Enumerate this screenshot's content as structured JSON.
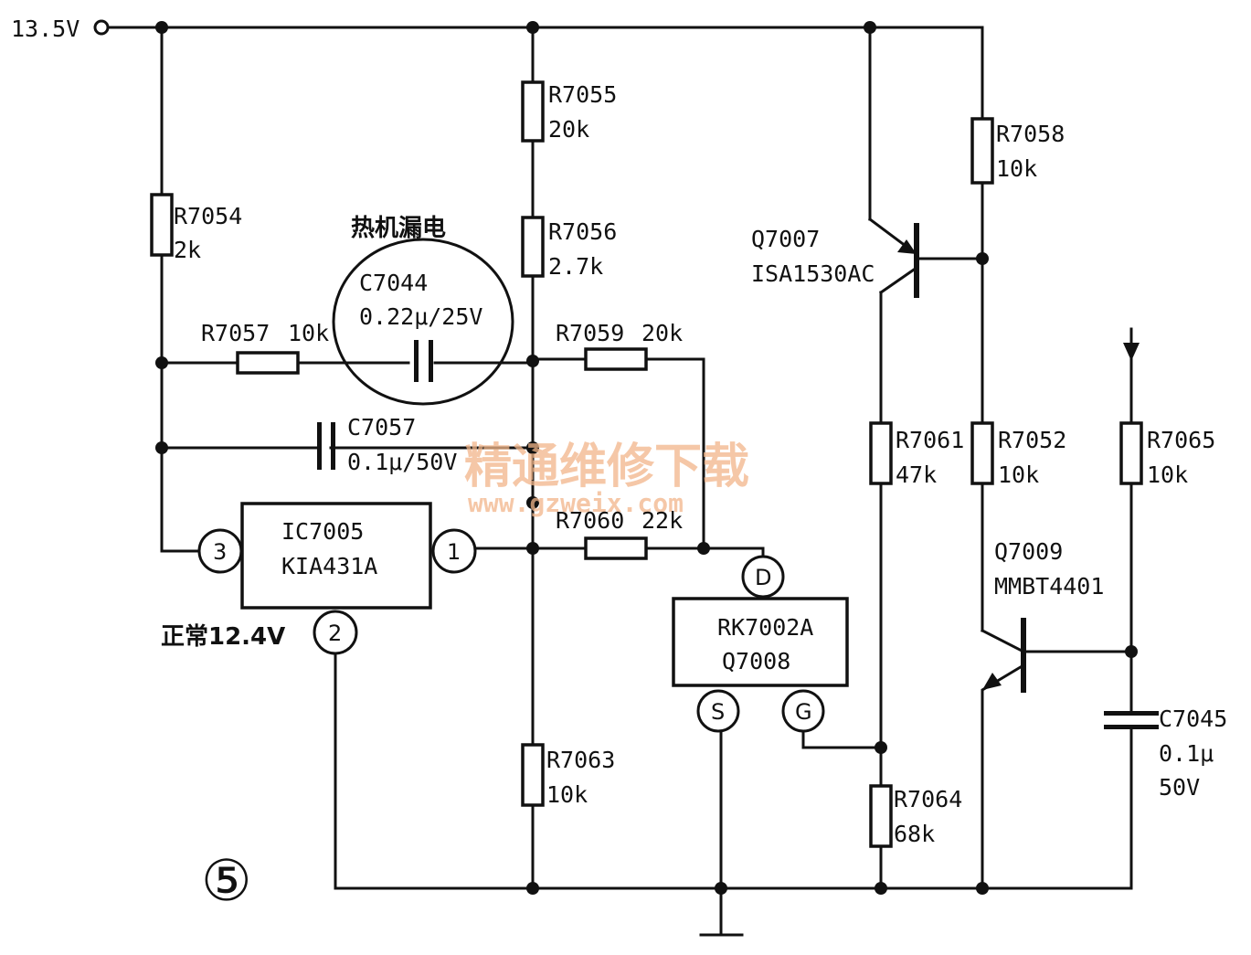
{
  "supply": {
    "voltage": "13.5V"
  },
  "annotation": {
    "fault": "热机漏电",
    "normal": "正常12.4V",
    "figure_number": "⑤"
  },
  "resistors": {
    "R7054": {
      "ref": "R7054",
      "value": "2k"
    },
    "R7055": {
      "ref": "R7055",
      "value": "20k"
    },
    "R7056": {
      "ref": "R7056",
      "value": "2.7k"
    },
    "R7057": {
      "ref": "R7057",
      "value": "10k"
    },
    "R7058": {
      "ref": "R7058",
      "value": "10k"
    },
    "R7059": {
      "ref": "R7059",
      "value": "20k"
    },
    "R7060": {
      "ref": "R7060",
      "value": "22k"
    },
    "R7061": {
      "ref": "R7061",
      "value": "47k"
    },
    "R7052": {
      "ref": "R7052",
      "value": "10k"
    },
    "R7065": {
      "ref": "R7065",
      "value": "10k"
    },
    "R7063": {
      "ref": "R7063",
      "value": "10k"
    },
    "R7064": {
      "ref": "R7064",
      "value": "68k"
    }
  },
  "capacitors": {
    "C7044": {
      "ref": "C7044",
      "value": "0.22μ/25V"
    },
    "C7057": {
      "ref": "C7057",
      "value": "0.1μ/50V"
    },
    "C7045": {
      "ref": "C7045",
      "value": "0.1μ",
      "voltage": "50V"
    }
  },
  "ic": {
    "ref": "IC7005",
    "part": "KIA431A",
    "pins": {
      "p1": "1",
      "p2": "2",
      "p3": "3"
    }
  },
  "mosfet": {
    "part": "RK7002A",
    "ref": "Q7008",
    "pins": {
      "d": "D",
      "s": "S",
      "g": "G"
    }
  },
  "transistors": {
    "Q7007": {
      "ref": "Q7007",
      "part": "ISA1530AC"
    },
    "Q7009": {
      "ref": "Q7009",
      "part": "MMBT4401"
    }
  },
  "watermark": {
    "line1": "精通维修下载",
    "line2": "www.gzweix.com"
  }
}
